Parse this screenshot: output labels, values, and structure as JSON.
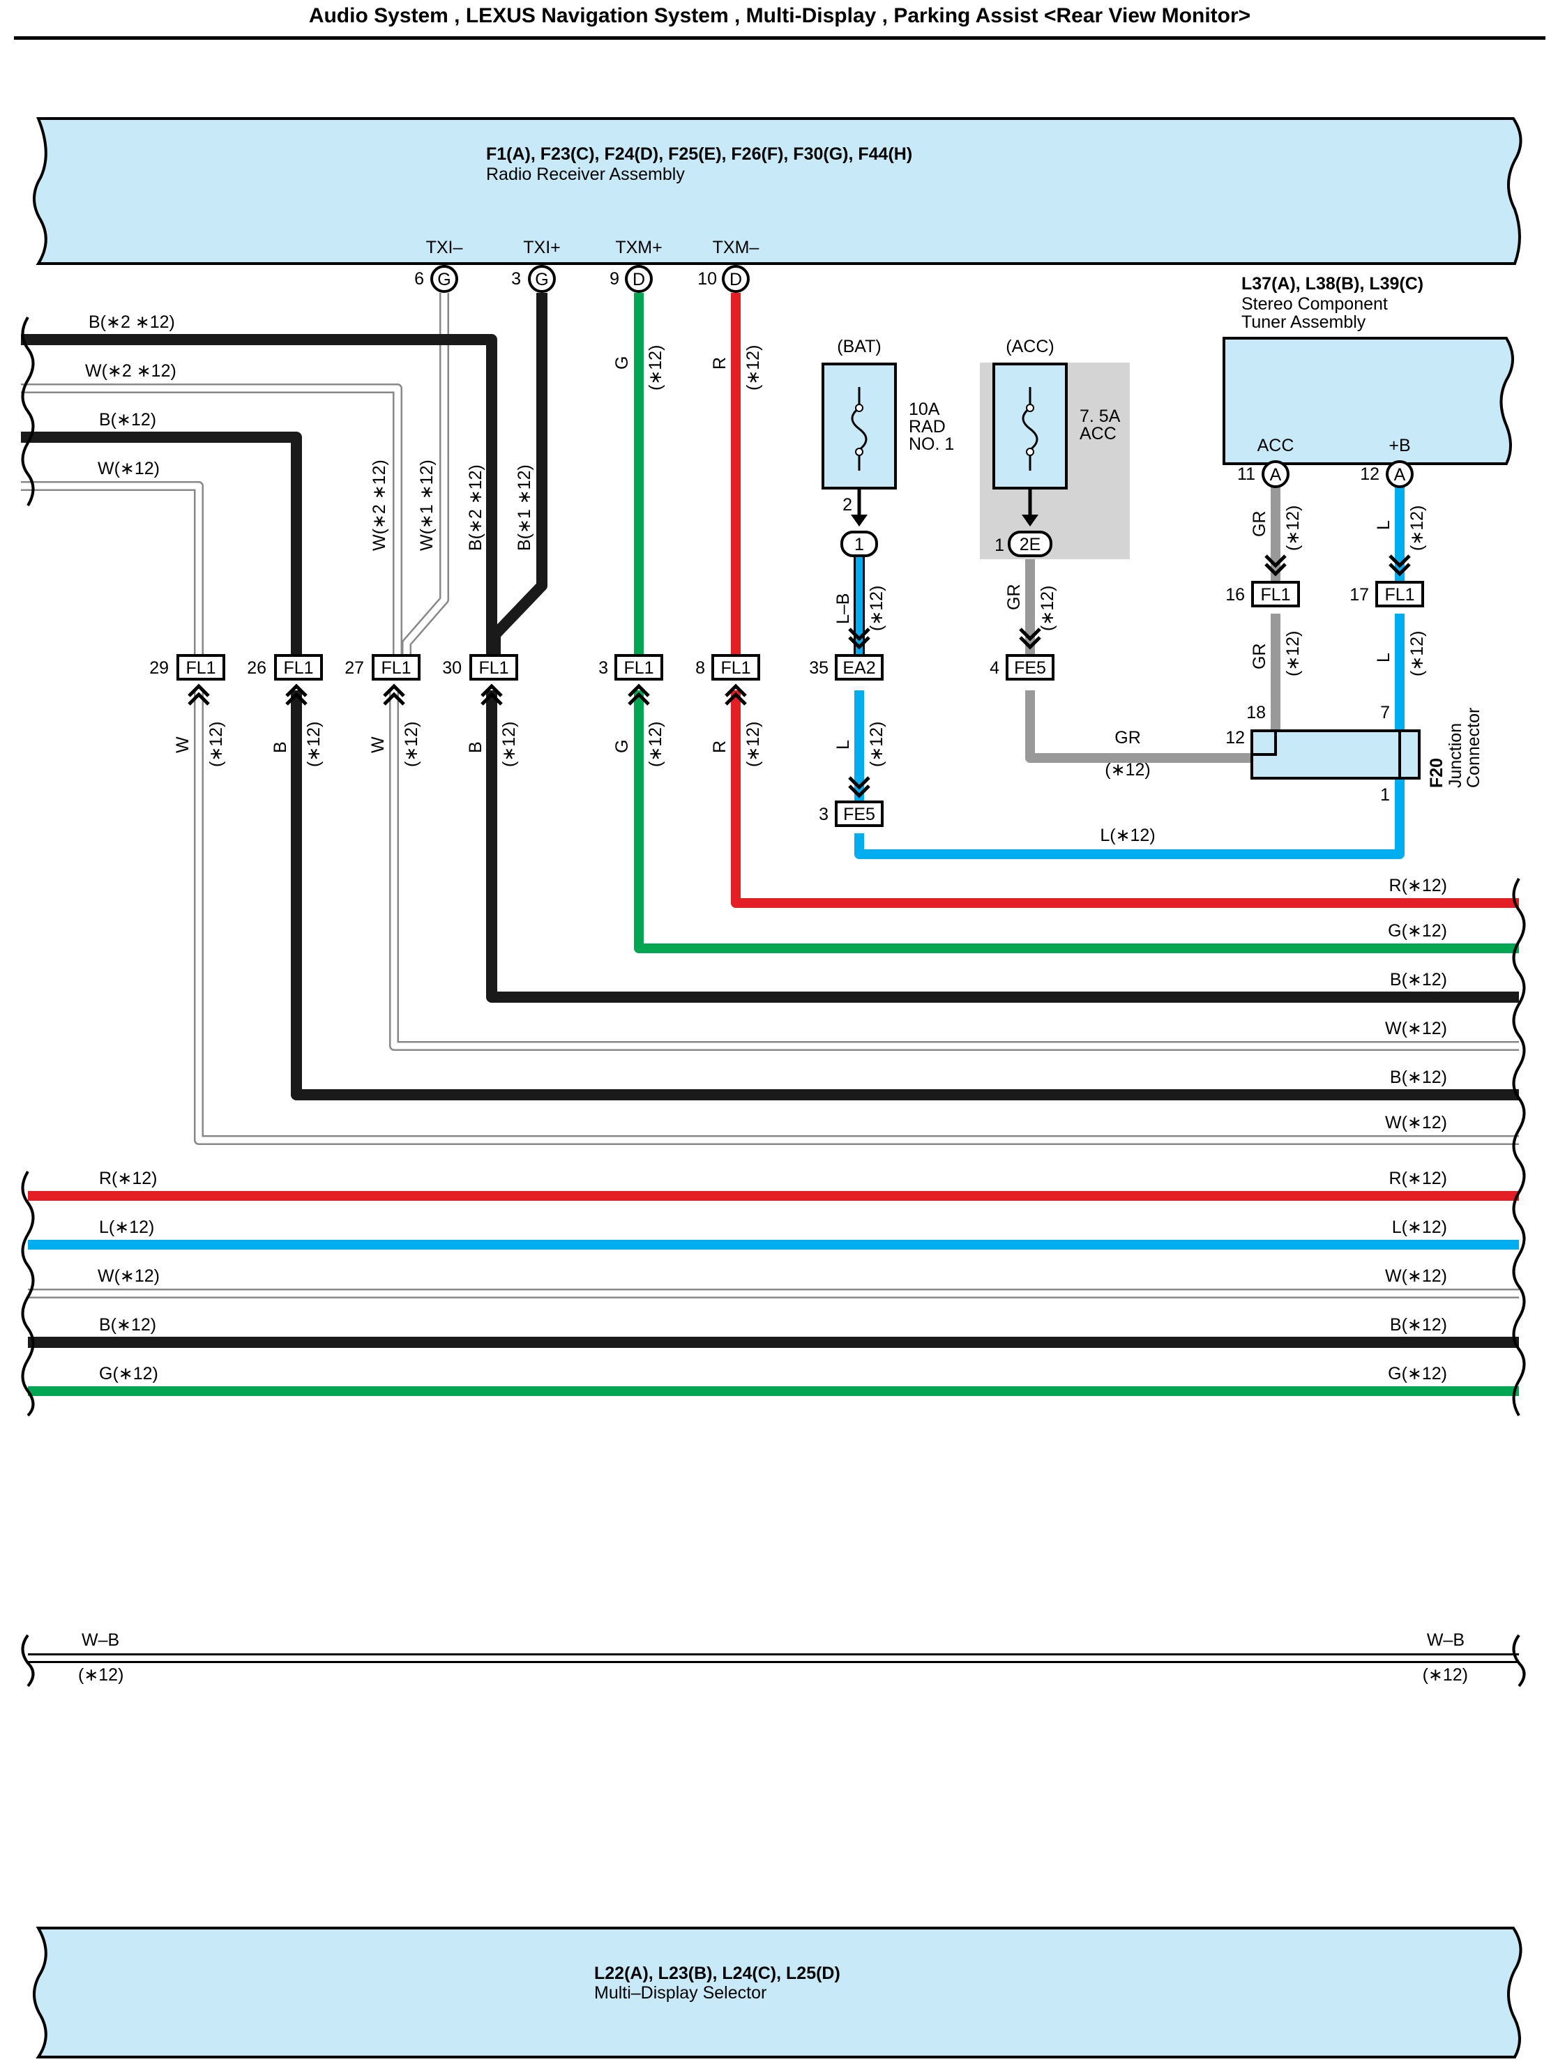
{
  "page": {
    "title": "Audio System , LEXUS Navigation System , Multi-Display , Parking Assist <Rear View Monitor>"
  },
  "components": {
    "radio": {
      "code": "F1(A), F23(C), F24(D), F25(E), F26(F), F30(G), F44(H)",
      "name": "Radio Receiver Assembly"
    },
    "tuner": {
      "code": "L37(A), L38(B), L39(C)",
      "name1": "Stereo Component",
      "name2": "Tuner Assembly"
    },
    "selector": {
      "code": "L22(A), L23(B), L24(C), L25(D)",
      "name": "Multi–Display Selector"
    },
    "junction": {
      "code": "F20",
      "name1": "Junction",
      "name2": "Connector"
    }
  },
  "radio_pins": [
    {
      "label": "TXI–",
      "num": "6",
      "conn": "G"
    },
    {
      "label": "TXI+",
      "num": "3",
      "conn": "G"
    },
    {
      "label": "TXM+",
      "num": "9",
      "conn": "D"
    },
    {
      "label": "TXM–",
      "num": "10",
      "conn": "D"
    }
  ],
  "tuner_pins": [
    {
      "label": "ACC",
      "num": "11",
      "conn": "A"
    },
    {
      "label": "+B",
      "num": "12",
      "conn": "A"
    }
  ],
  "fuses": {
    "bat": {
      "supply": "(BAT)",
      "line1": "10A",
      "line2": "RAD",
      "line3": "NO. 1",
      "pin_out": "2",
      "inline_conn": "1"
    },
    "acc": {
      "supply": "(ACC)",
      "line1": "7. 5A",
      "line2": "ACC",
      "pin_out": "1",
      "inline_conn": "2E"
    }
  },
  "connectors": {
    "c29": {
      "num": "29",
      "code": "FL1"
    },
    "c26": {
      "num": "26",
      "code": "FL1"
    },
    "c27": {
      "num": "27",
      "code": "FL1"
    },
    "c30": {
      "num": "30",
      "code": "FL1"
    },
    "c3": {
      "num": "3",
      "code": "FL1"
    },
    "c8": {
      "num": "8",
      "code": "FL1"
    },
    "c35": {
      "num": "35",
      "code": "EA2"
    },
    "c4": {
      "num": "4",
      "code": "FE5"
    },
    "c16": {
      "num": "16",
      "code": "FL1"
    },
    "c17": {
      "num": "17",
      "code": "FL1"
    },
    "c3fe5": {
      "num": "3",
      "code": "FE5"
    }
  },
  "junction_pins": {
    "p18": "18",
    "p7": "7",
    "p12": "12",
    "p1": "1"
  },
  "wire_labels": {
    "left_b1": "B(∗2 ∗12)",
    "left_w1": "W(∗2 ∗12)",
    "left_b2": "B(∗12)",
    "left_w2": "W(∗12)",
    "v_w2_12": "W(∗2 ∗12)",
    "v_w1_12": "W(∗1 ∗12)",
    "v_b2_12": "B(∗2 ∗12)",
    "v_b1_12": "B(∗1 ∗12)",
    "color_g": "G",
    "color_r": "R",
    "color_w": "W",
    "color_b": "B",
    "color_l": "L",
    "color_lb": "L–B",
    "color_gr": "GR",
    "note12": "(∗12)",
    "gr_junction": "GR",
    "l_bottom": "L(∗12)",
    "r12": "R(∗12)",
    "g12": "G(∗12)",
    "b12": "B(∗12)",
    "w12": "W(∗12)",
    "l12": "L(∗12)",
    "wb": "W–B"
  },
  "colors": {
    "black": "#1a1a1a",
    "red": "#e31e24",
    "green": "#00a651",
    "blue": "#00aeef",
    "gray": "#999999",
    "white_wire": "#ffffff",
    "component_fill": "#c7e9f8",
    "fuse_shade": "#d4d4d4"
  }
}
